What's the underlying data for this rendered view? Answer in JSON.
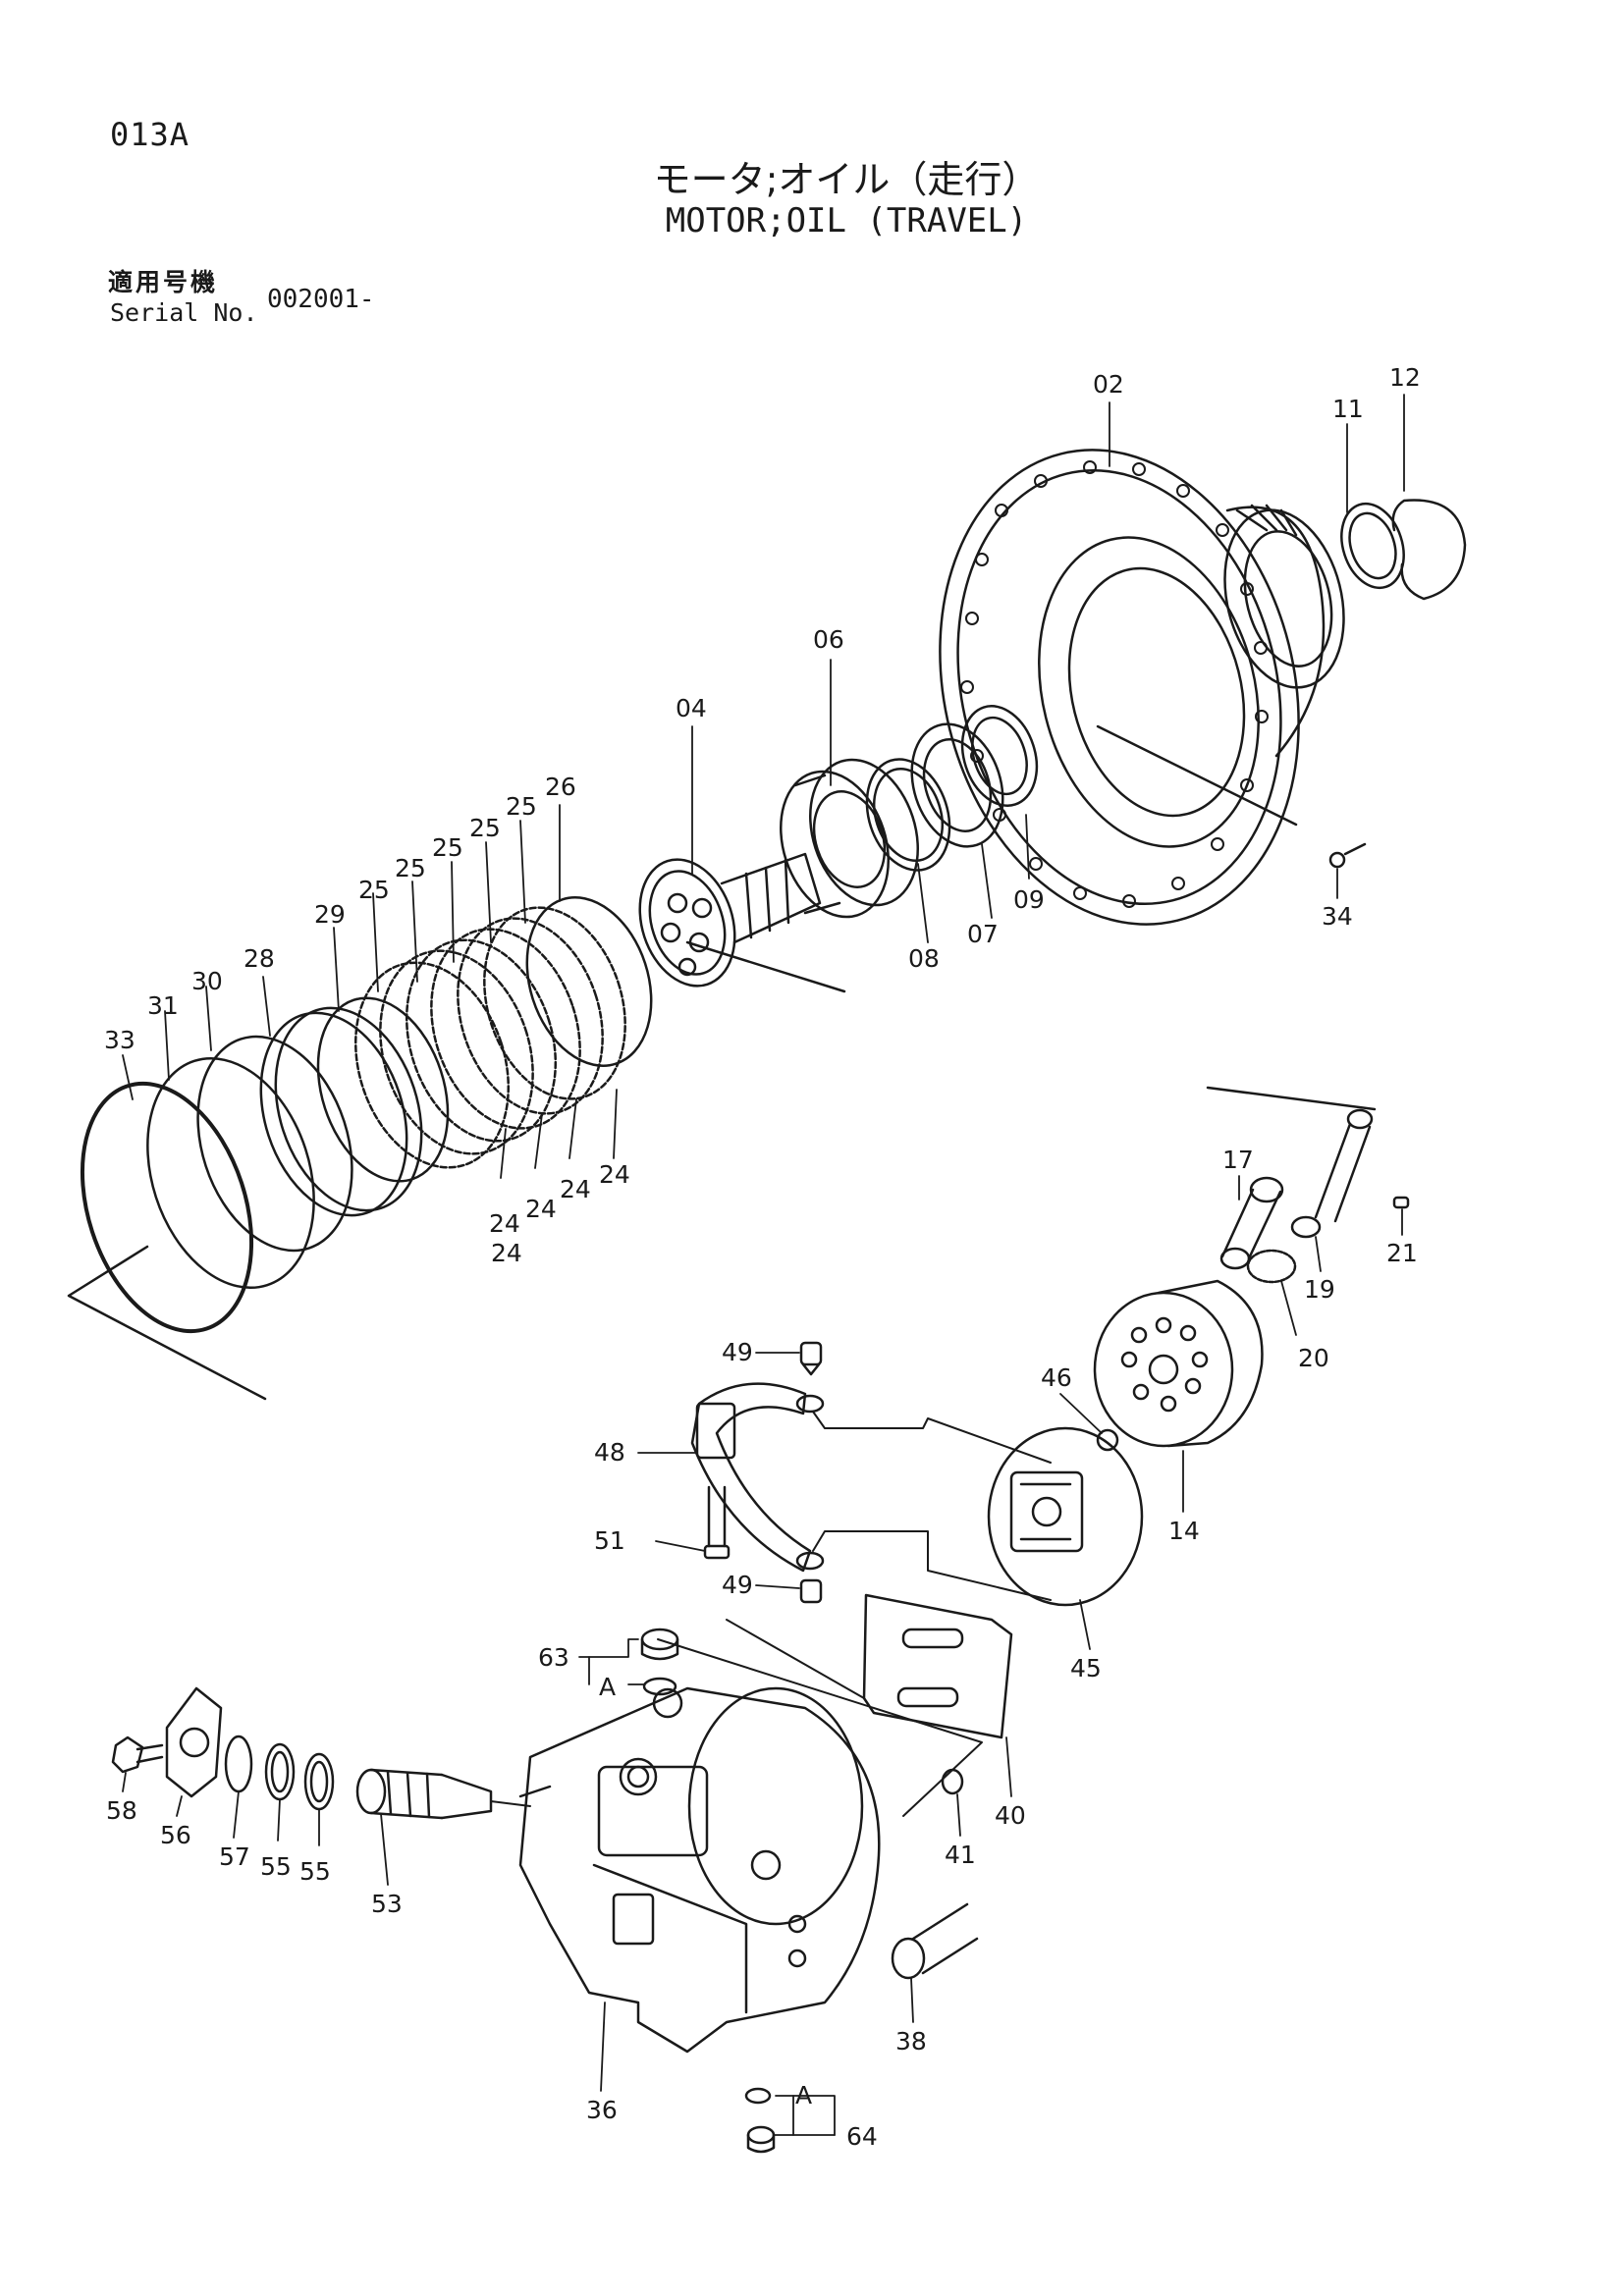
{
  "page_code": "013A",
  "title_ja": "モータ;オイル（走行）",
  "title_en": "MOTOR;OIL (TRAVEL)",
  "serial_label_ja": "適用号機",
  "serial_label_en": "Serial No.",
  "serial_value": "002001-",
  "callout_A": "A",
  "part_numbers": [
    "02",
    "11",
    "12",
    "06",
    "04",
    "26",
    "25",
    "25",
    "25",
    "25",
    "25",
    "29",
    "28",
    "30",
    "31",
    "33",
    "09",
    "07",
    "08",
    "34",
    "24",
    "24",
    "24",
    "24",
    "24",
    "17",
    "21",
    "19",
    "20",
    "49",
    "46",
    "48",
    "51",
    "49",
    "14",
    "45",
    "63",
    "40",
    "41",
    "58",
    "56",
    "57",
    "55",
    "55",
    "53",
    "38",
    "36",
    "64"
  ]
}
